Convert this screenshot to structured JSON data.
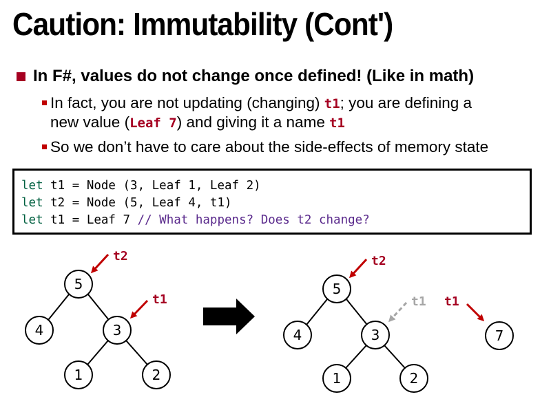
{
  "slide": {
    "title": "Caution: Immutability (Cont')",
    "bullets": {
      "main": "In F#, values do not change once defined! (Like in math)",
      "sub1_a": "In fact, you are not updating (changing) ",
      "sub1_code1": "t1",
      "sub1_b": "; you are defining a",
      "sub1_c": "new value (",
      "sub1_code2": "Leaf 7",
      "sub1_d": ") and giving it a name ",
      "sub1_code3": "t1",
      "sub2": "So we don’t have to care about the side-effects of memory state"
    },
    "code": {
      "line1_kw": "let",
      "line1_rest": " t1 = Node (3, Leaf 1, Leaf 2)",
      "line2_kw": "let",
      "line2_rest": " t2 = Node (5, Leaf 4, t1)",
      "line3_kw": "let",
      "line3_rest": " t1 = Leaf 7 ",
      "line3_comment": "// What happens? Does t2 change?"
    },
    "diagram": {
      "left_tree": {
        "nodes": [
          "5",
          "4",
          "3",
          "1",
          "2"
        ],
        "label_t2": "t2",
        "label_t1": "t1"
      },
      "right_tree": {
        "nodes": [
          "5",
          "4",
          "3",
          "1",
          "2"
        ],
        "label_t2": "t2",
        "label_t1_old": "t1"
      },
      "new_value": {
        "label": "t1",
        "node": "7"
      },
      "colors": {
        "accent": "#a50021",
        "faded": "#a6a6a6"
      }
    }
  }
}
